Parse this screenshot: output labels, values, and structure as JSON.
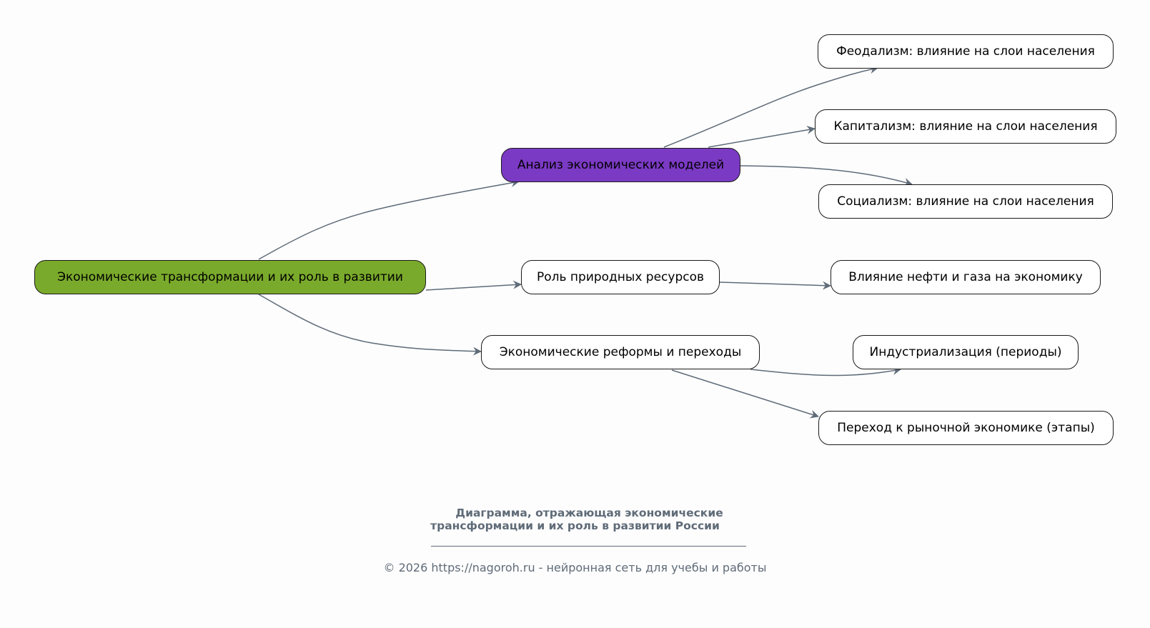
{
  "diagram": {
    "root": {
      "id": "root",
      "label": "Экономические трансформации и их роль в развитии",
      "fill": "#7aaa2b"
    },
    "nodes": [
      {
        "id": "models",
        "label": "Анализ экономических моделей",
        "fill": "#7b3ac4",
        "parent": "root"
      },
      {
        "id": "resources",
        "label": "Роль природных ресурсов",
        "fill": "#ffffff",
        "parent": "root"
      },
      {
        "id": "reforms",
        "label": "Экономические реформы и переходы",
        "fill": "#ffffff",
        "parent": "root"
      },
      {
        "id": "feudalism",
        "label": "Феодализм: влияние на слои населения",
        "fill": "#ffffff",
        "parent": "models"
      },
      {
        "id": "capitalism",
        "label": "Капитализм: влияние на слои населения",
        "fill": "#ffffff",
        "parent": "models"
      },
      {
        "id": "socialism",
        "label": "Социализм: влияние на слои населения",
        "fill": "#ffffff",
        "parent": "models"
      },
      {
        "id": "oilgas",
        "label": "Влияние нефти и газа на экономику",
        "fill": "#ffffff",
        "parent": "resources"
      },
      {
        "id": "industrialization",
        "label": "Индустриализация (периоды)",
        "fill": "#ffffff",
        "parent": "reforms"
      },
      {
        "id": "market",
        "label": "Переход к рыночной экономике (этапы)",
        "fill": "#ffffff",
        "parent": "reforms"
      }
    ],
    "edge_color": "#5f6b78"
  },
  "caption": {
    "line1": "Диаграмма, отражающая экономические",
    "line2": "трансформации и их роль в развитии России"
  },
  "footer": {
    "text": "© 2026 https://nagoroh.ru - нейронная сеть для учебы и работы"
  }
}
